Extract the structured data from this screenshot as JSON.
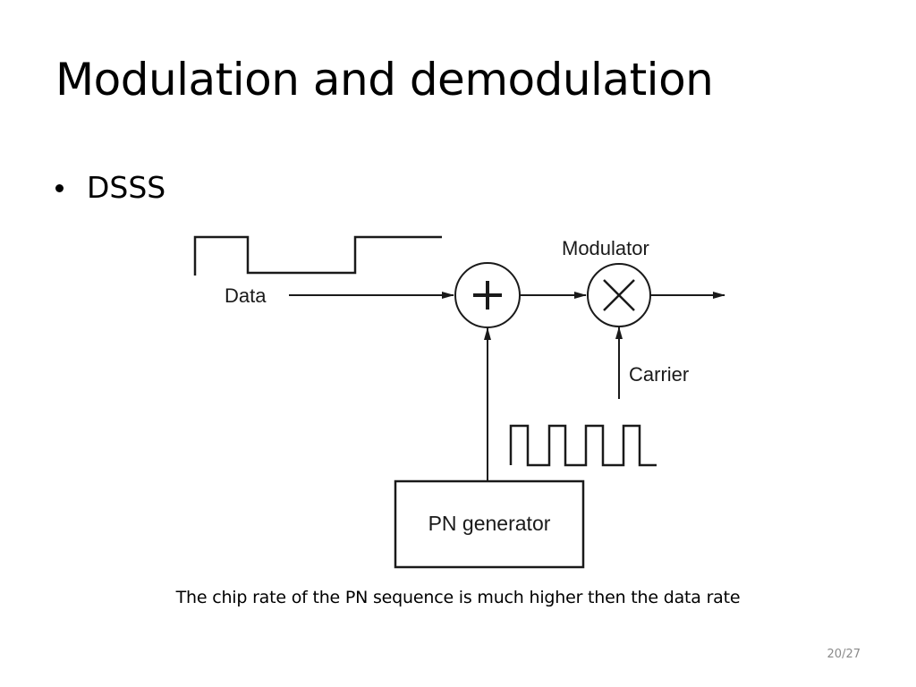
{
  "slide": {
    "title": "Modulation and demodulation",
    "bullet": "DSSS",
    "caption": "The chip rate of the PN sequence is much higher then the data rate",
    "page_number": "20/27"
  },
  "diagram": {
    "data_label": "Data",
    "modulator_label": "Modulator",
    "carrier_label": "Carrier",
    "pn_generator_label": "PN generator",
    "adder_symbol": "+",
    "multiplier_symbol": "×"
  }
}
